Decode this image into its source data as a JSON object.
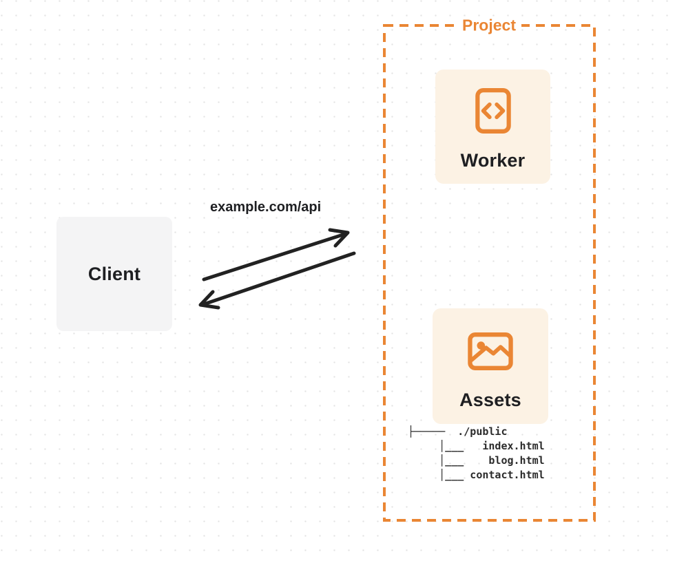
{
  "colors": {
    "accent": "#EA8634",
    "card-bg": "#FCF2E4",
    "client-bg": "#F4F4F5",
    "ink": "#222222",
    "tree-ink": "#2B2B2B",
    "dot": "#E3E3E3"
  },
  "client": {
    "label": "Client"
  },
  "request": {
    "label": "example.com/api"
  },
  "project": {
    "label": "Project",
    "worker": {
      "label": "Worker",
      "icon": "code-icon"
    },
    "assets": {
      "label": "Assets",
      "icon": "image-icon"
    },
    "file_tree": {
      "root": "./public",
      "files": [
        "index.html",
        "blog.html",
        "contact.html"
      ],
      "lines": [
        "├─────  ./public",
        "     │___   index.html",
        "     │___    blog.html",
        "     │___ contact.html"
      ]
    }
  }
}
